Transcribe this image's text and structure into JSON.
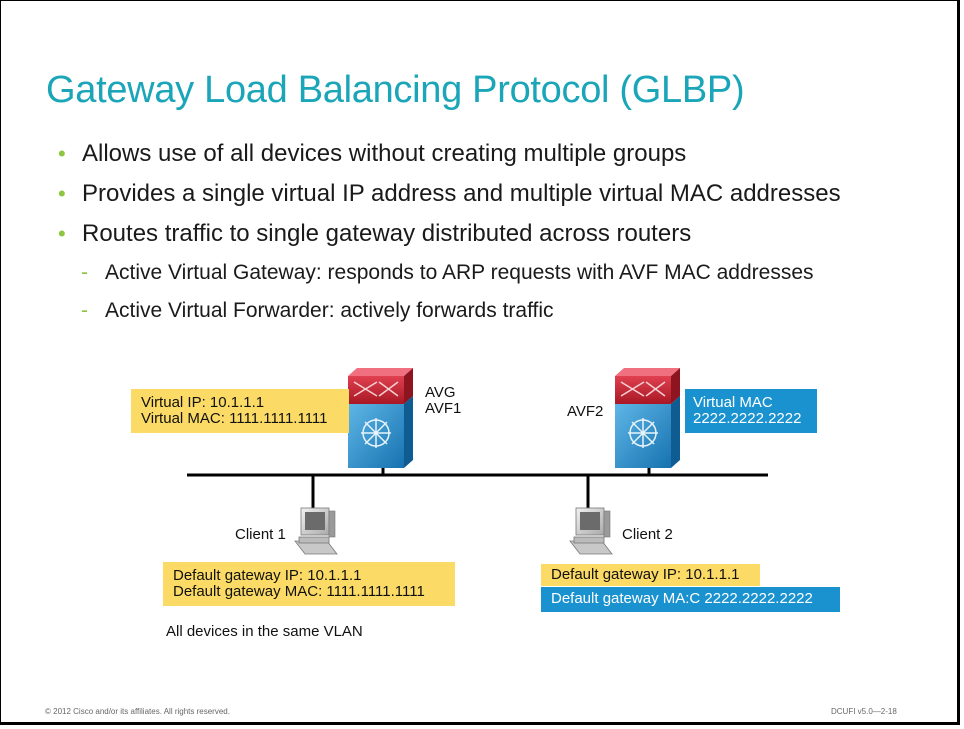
{
  "title": "Gateway Load Balancing Protocol (GLBP)",
  "bullets": [
    "Allows use of all devices without creating multiple groups",
    "Provides a single virtual IP address and multiple virtual MAC addresses",
    "Routes traffic to single gateway distributed across routers"
  ],
  "sub_bullets": [
    "Active Virtual Gateway: responds to ARP requests with AVF MAC addresses",
    "Active Virtual Forwarder: actively forwards traffic"
  ],
  "diagram": {
    "router1": {
      "label_line1": "AVG",
      "label_line2": "AVF1",
      "info_line1": "Virtual IP: 10.1.1.1",
      "info_line2": "Virtual MAC: 1111.1111.1111"
    },
    "router2": {
      "label": "AVF2",
      "info_line1": "Virtual MAC",
      "info_line2": "2222.2222.2222"
    },
    "client1": {
      "label": "Client 1",
      "gw_ip": "Default gateway IP: 10.1.1.1",
      "gw_mac": "Default gateway  MAC: 1111.1111.1111"
    },
    "client2": {
      "label": "Client 2",
      "gw_ip": "Default gateway IP: 10.1.1.1",
      "gw_mac": "Default gateway  MA:C 2222.2222.2222"
    },
    "note": "All devices in the same VLAN"
  },
  "footer": {
    "copyright": "© 2012 Cisco and/or its affiliates. All rights reserved.",
    "code": "DCUFI v5.0—2-18"
  },
  "colors": {
    "title": "#1aa5b8",
    "bullet": "#8cc63f",
    "yellow_box": "#fbdb65",
    "blue_box": "#1a92d0",
    "router_top": "#c8202f",
    "router_bottom": "#1f8fd0"
  }
}
